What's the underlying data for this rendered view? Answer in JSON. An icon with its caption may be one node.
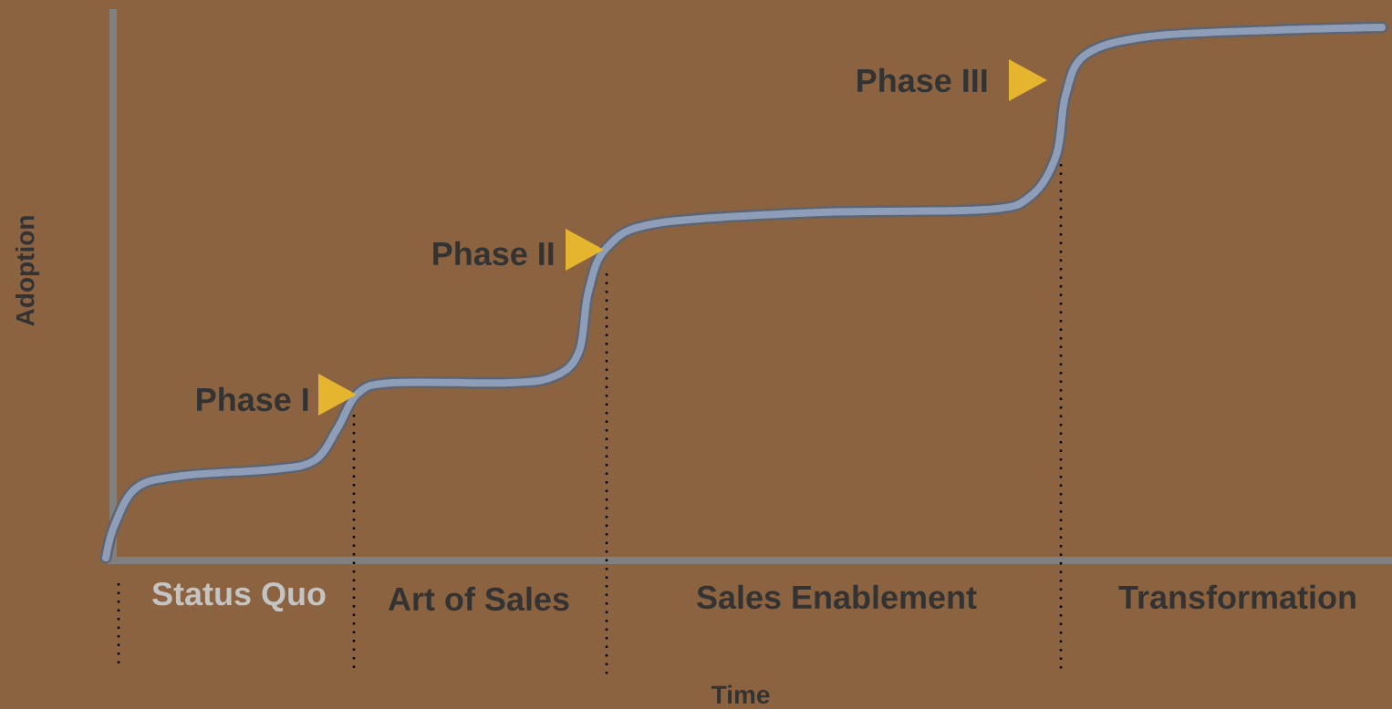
{
  "diagram": {
    "labels": [
      "Phase III",
      "Phase II",
      "Phase I",
      "Adoption",
      "Status Quo",
      "Art of Sales",
      "Sales Enablement",
      "Transformation",
      "Time"
    ]
  }
}
